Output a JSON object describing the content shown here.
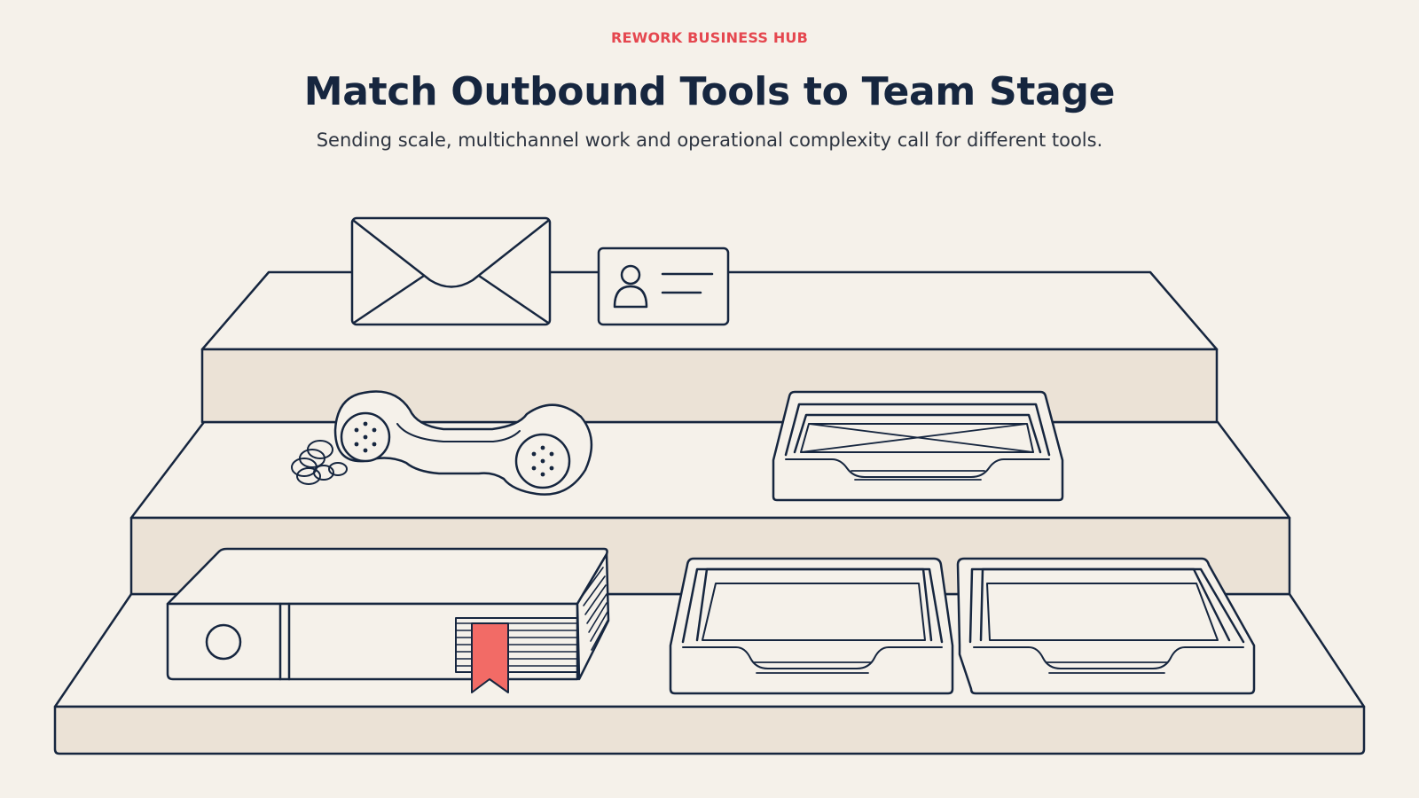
{
  "header": {
    "eyebrow": "REWORK BUSINESS HUB",
    "title": "Match Outbound Tools to Team Stage",
    "subtitle": "Sending scale, multichannel work and operational complexity call for different tools."
  },
  "illustration": {
    "scene": "three-tier-shelf",
    "items": [
      "envelope-icon",
      "contact-card-icon",
      "telephone-handset-icon",
      "paper-tray-icon",
      "binder-icon",
      "bookmark-icon",
      "paper-tray-icon",
      "paper-tray-icon"
    ]
  },
  "colors": {
    "background": "#f5f1ea",
    "ink": "#16263f",
    "accent": "#e5474f",
    "step_front": "#ebe2d6",
    "step_top": "#f5f1ea",
    "bookmark": "#f26b66",
    "subtitle_text": "#2d3440"
  }
}
